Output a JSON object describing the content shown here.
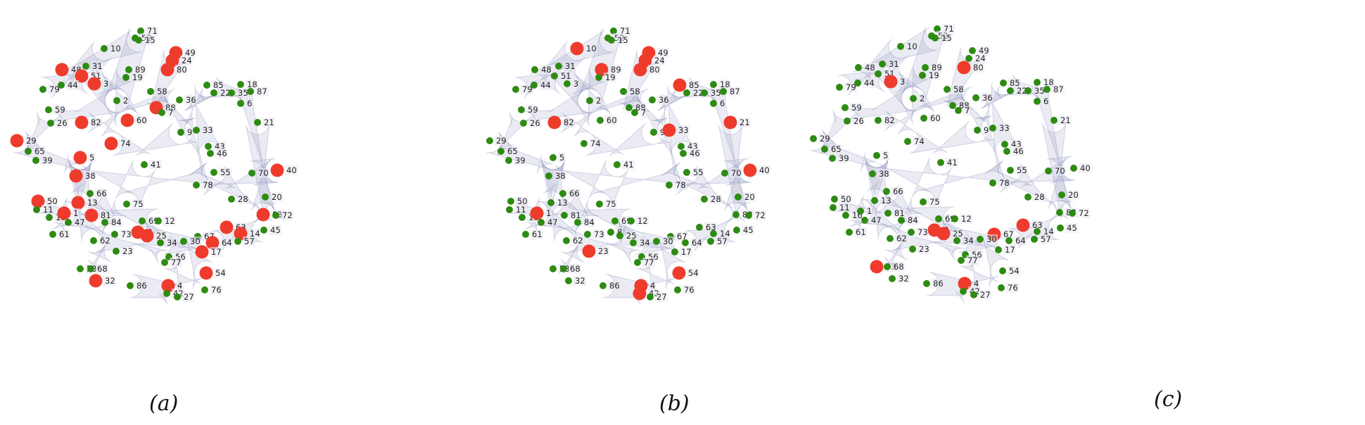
{
  "colors": {
    "hull_fill": "#6b6fa8",
    "hull_fill_opacity": 0.14,
    "hull_stroke": "#8e92bd",
    "label_bg": "#e9eaf2",
    "normal_node": "#2e8b12",
    "highlight_node": "#ef3b2c"
  },
  "figure": {
    "panels": [
      {
        "caption": "(a)",
        "highlighted": [
          "48",
          "51",
          "3",
          "49",
          "24",
          "80",
          "88",
          "82",
          "60",
          "29",
          "74",
          "5",
          "38",
          "50",
          "13",
          "1",
          "81",
          "8",
          "25",
          "17",
          "64",
          "54",
          "32",
          "4",
          "40",
          "83",
          "63",
          "14"
        ]
      },
      {
        "caption": "(b)",
        "highlighted": [
          "10",
          "89",
          "49",
          "24",
          "80",
          "85",
          "82",
          "21",
          "33",
          "40",
          "1",
          "23",
          "54",
          "4",
          "42"
        ]
      },
      {
        "caption": "(c)",
        "highlighted": [
          "3",
          "80",
          "8",
          "25",
          "67",
          "63",
          "53",
          "4"
        ]
      }
    ],
    "node_labels": [
      "71",
      "52",
      "15",
      "10",
      "49",
      "24",
      "80",
      "48",
      "51",
      "3",
      "31",
      "89",
      "19",
      "79",
      "44",
      "58",
      "88",
      "7",
      "2",
      "36",
      "60",
      "59",
      "26",
      "82",
      "85",
      "18",
      "22",
      "35",
      "87",
      "6",
      "21",
      "29",
      "65",
      "39",
      "74",
      "9",
      "33",
      "43",
      "46",
      "5",
      "41",
      "55",
      "70",
      "40",
      "38",
      "78",
      "28",
      "20",
      "50",
      "13",
      "66",
      "75",
      "83",
      "72",
      "11",
      "16",
      "1",
      "47",
      "81",
      "84",
      "69",
      "12",
      "63",
      "14",
      "45",
      "61",
      "73",
      "8",
      "25",
      "67",
      "64",
      "57",
      "62",
      "34",
      "30",
      "17",
      "23",
      "56",
      "77",
      "54",
      "53",
      "68",
      "32",
      "86",
      "4",
      "42",
      "27",
      "76"
    ]
  }
}
